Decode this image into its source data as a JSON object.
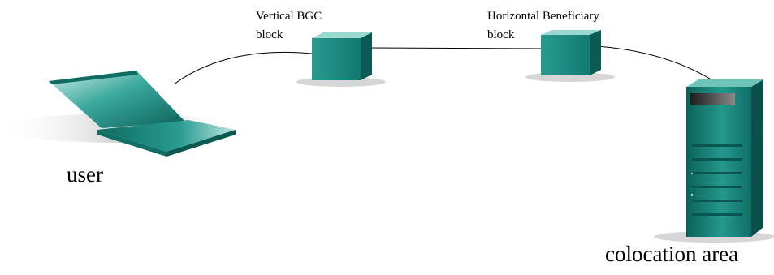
{
  "nodes": {
    "user": {
      "label": "user",
      "icon": "laptop-icon"
    },
    "vertical_block": {
      "label_line1": "Vertical BGC",
      "label_line2": "block",
      "icon": "network-block-icon"
    },
    "horizontal_block": {
      "label_line1": "Horizontal Beneficiary",
      "label_line2": "block",
      "icon": "network-block-icon"
    },
    "colocation": {
      "label": "colocation area",
      "icon": "server-tower-icon"
    }
  },
  "connections": [
    {
      "from": "user",
      "to": "vertical_block"
    },
    {
      "from": "vertical_block",
      "to": "horizontal_block"
    },
    {
      "from": "horizontal_block",
      "to": "colocation"
    }
  ],
  "colors": {
    "teal_dark": "#0e6e66",
    "teal": "#22988d",
    "teal_light": "#9ad8d1",
    "shadow": "#d0d0d0"
  }
}
